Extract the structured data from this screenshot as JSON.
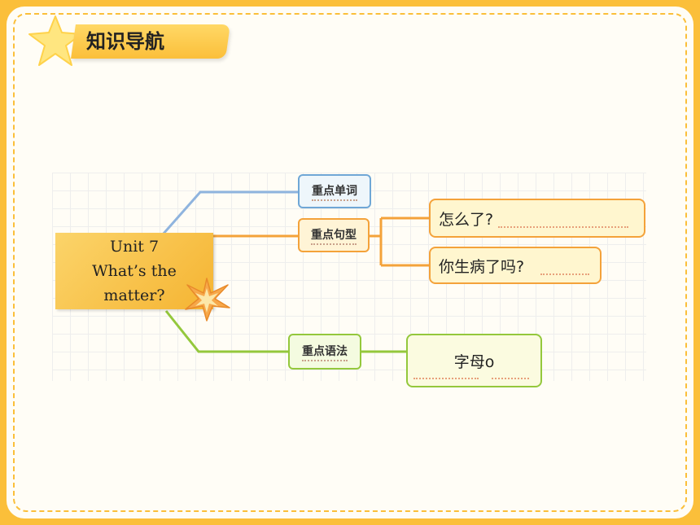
{
  "title": "知识导航",
  "root": {
    "label": "Unit 7\nWhat’s the\nmatter?"
  },
  "branches": {
    "words": "重点单词",
    "sentences": "重点句型",
    "grammar": "重点语法"
  },
  "sentence_items": [
    "怎么了?",
    "你生病了吗?"
  ],
  "grammar_item": "字母o",
  "colors": {
    "background": "#fbbf3a",
    "blue_branch": "#6fa7d6",
    "orange_branch": "#f4a23a",
    "green_branch": "#94c83c"
  }
}
